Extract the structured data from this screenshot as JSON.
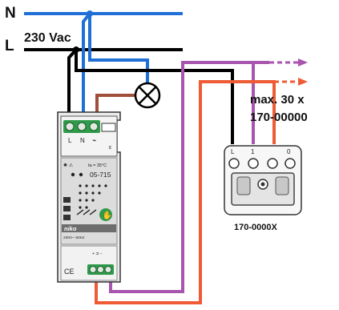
{
  "rails": {
    "neutral_label": "N",
    "line_label": "L",
    "voltage_label": "230 Vac"
  },
  "module": {
    "terminal_labels": [
      "L",
      "N",
      "⌁"
    ],
    "temp_note": "ta = 35°C",
    "model": "05-715",
    "brand": "niko",
    "rating": "230V~ 50Hz",
    "ce_mark": "CE"
  },
  "extension": {
    "note": "max. 30 x",
    "part": "170-00000"
  },
  "pushbutton": {
    "terminal_labels": [
      "L",
      "1",
      "0"
    ],
    "part": "170-0000X"
  },
  "colors": {
    "neutral": "#1f6fd6",
    "line": "#000000",
    "lamp_wire": "#a0503a",
    "purple_wire": "#a855b0",
    "orange_wire": "#ee5b35",
    "terminal_green": "#2e9a4a"
  }
}
